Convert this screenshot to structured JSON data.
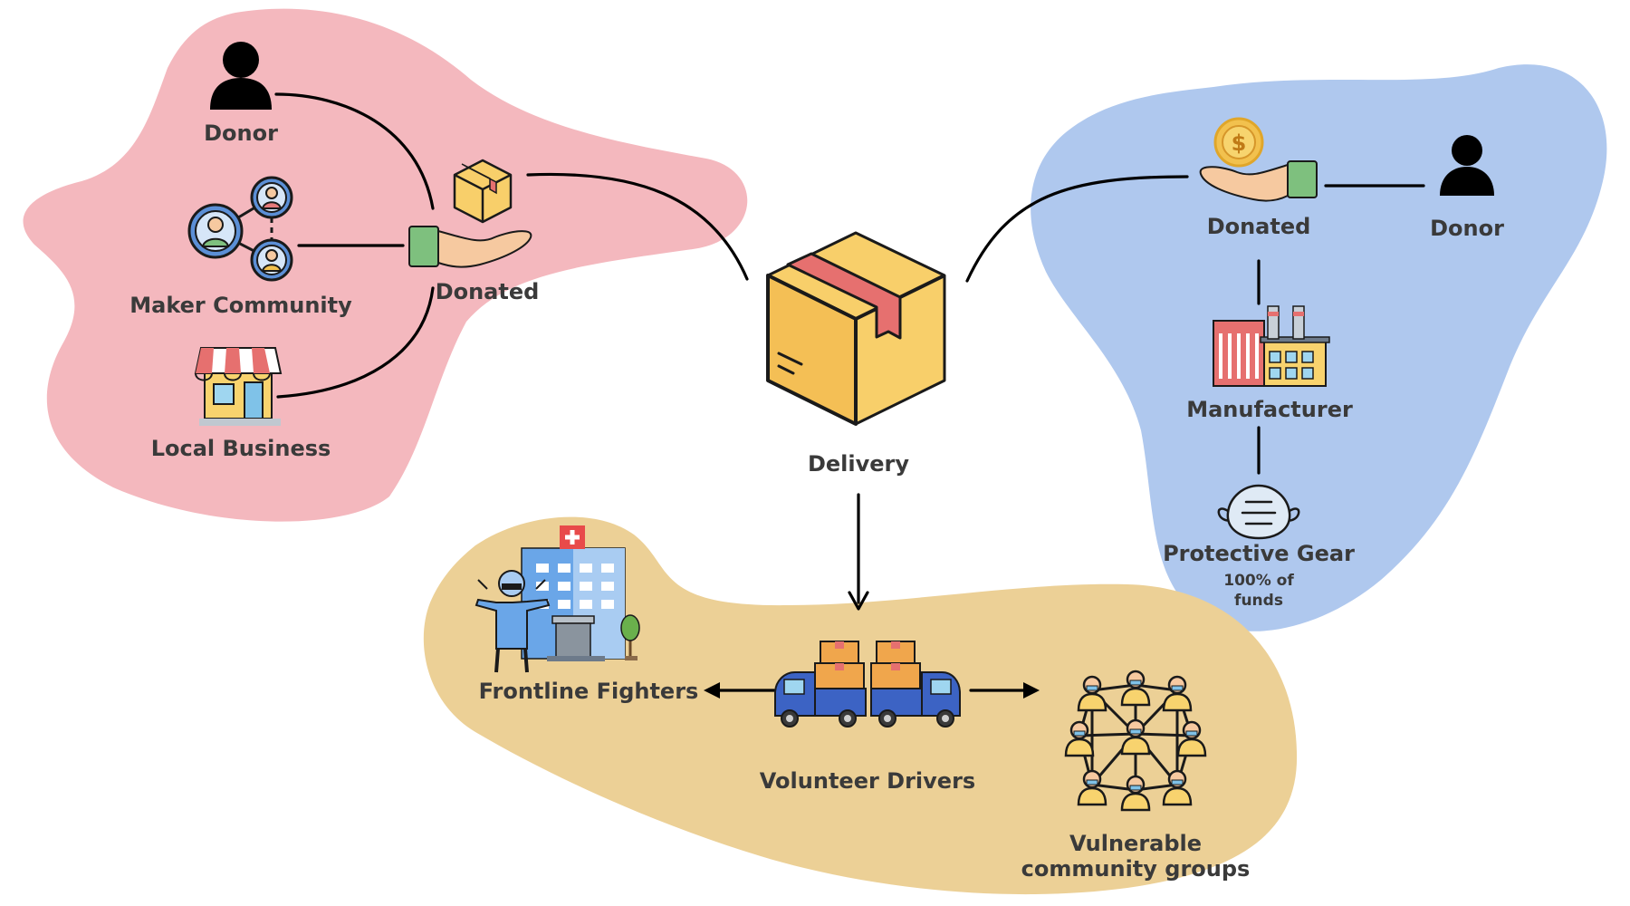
{
  "left_region": {
    "donor_label": "Donor",
    "maker_label": "Maker Community",
    "business_label": "Local Business",
    "donated_label": "Donated"
  },
  "center": {
    "delivery_label": "Delivery"
  },
  "right_region": {
    "donated_label": "Donated",
    "donor_label": "Donor",
    "manufacturer_label": "Manufacturer",
    "gear_label": "Protective Gear",
    "gear_note_line1": "100% of",
    "gear_note_line2": "funds"
  },
  "bottom_region": {
    "frontline_label": "Frontline Fighters",
    "drivers_label": "Volunteer Drivers",
    "vulnerable_line1": "Vulnerable",
    "vulnerable_line2": "community groups"
  },
  "colors": {
    "pink_region": "#f4b8be",
    "blue_region": "#afc8ee",
    "yellow_region": "#ecd096",
    "box_yellow": "#f8cf6a",
    "box_tape": "#e6706f"
  }
}
